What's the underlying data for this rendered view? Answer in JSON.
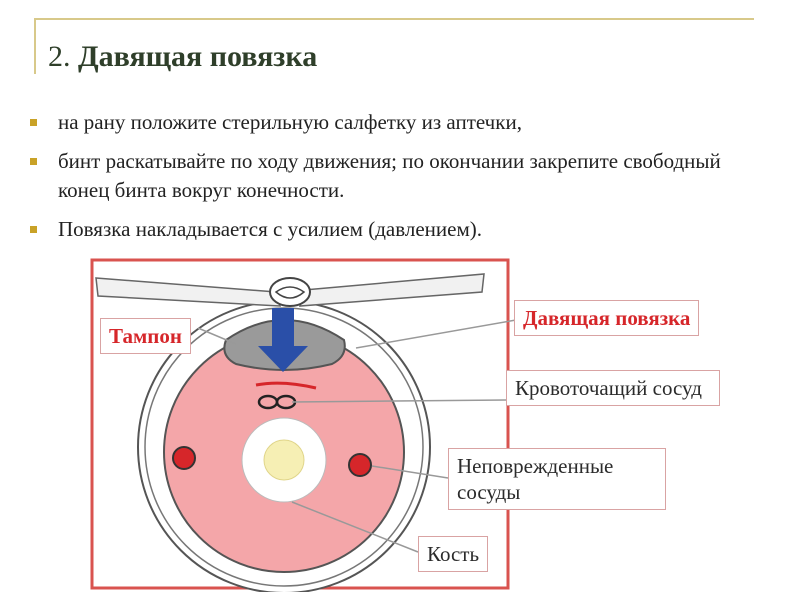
{
  "slide": {
    "title_number": "2.",
    "title_text": "Давящая повязка",
    "bullets": [
      "на рану положите стерильную салфетку из аптечки,",
      "бинт раскатывайте по ходу движения; по окончании закрепите свободный конец бинта вокруг конечности.",
      "Повязка накладывается с усилием (давлением)."
    ]
  },
  "diagram": {
    "labels": {
      "tampon": "Тампон",
      "pressure_bandage": "Давящая повязка",
      "bleeding_vessel": "Кровоточащий сосуд",
      "intact_vessels": "Неповрежденные сосуды",
      "bone": "Кость"
    },
    "colors": {
      "accent": "#c9a227",
      "frame": "#d9534f",
      "tissue": "#f4a6a9",
      "vessel": "#d6262a",
      "arrow": "#2a4fa8",
      "label_red": "#d6262a"
    },
    "icons": [
      "down-arrow-icon",
      "bandage-knot-icon"
    ]
  }
}
